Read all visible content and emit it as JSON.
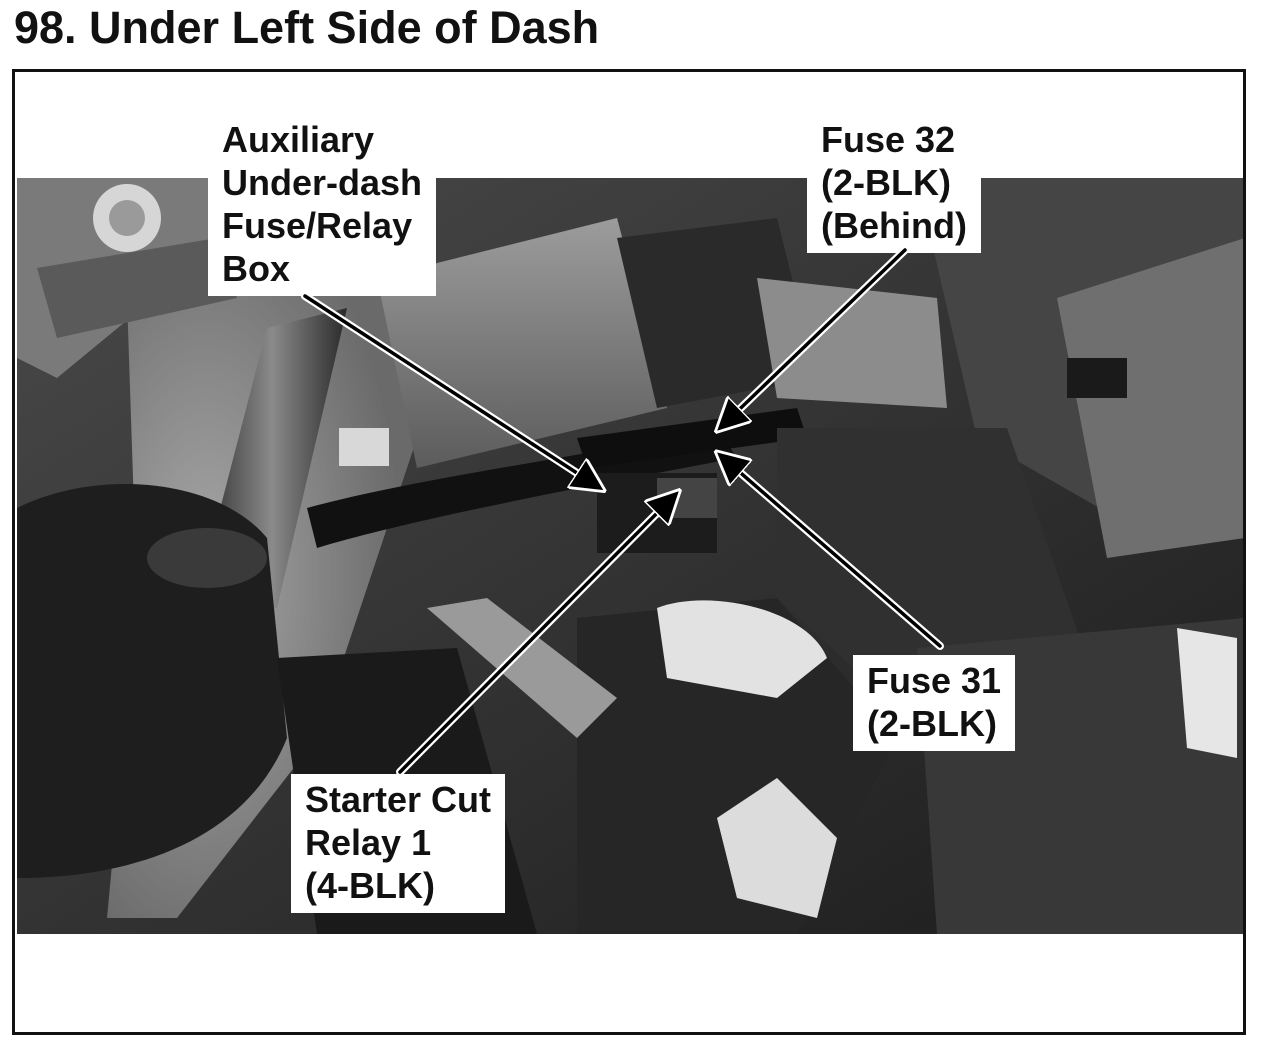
{
  "page": {
    "title": "98. Under Left Side of Dash"
  },
  "callouts": {
    "aux_box": [
      "Auxiliary",
      "Under-dash",
      "Fuse/Relay",
      "Box"
    ],
    "fuse32": [
      "Fuse 32",
      "(2-BLK)",
      "(Behind)"
    ],
    "fuse31": [
      "Fuse 31",
      "(2-BLK)"
    ],
    "starter": [
      "Starter Cut",
      "Relay 1",
      "(4-BLK)"
    ]
  },
  "colors": {
    "photo_dark": "#2e2e2e",
    "photo_mid": "#6e6e6e",
    "photo_light": "#bdbdbd",
    "label_bg": "#ffffff",
    "ink": "#111111"
  }
}
